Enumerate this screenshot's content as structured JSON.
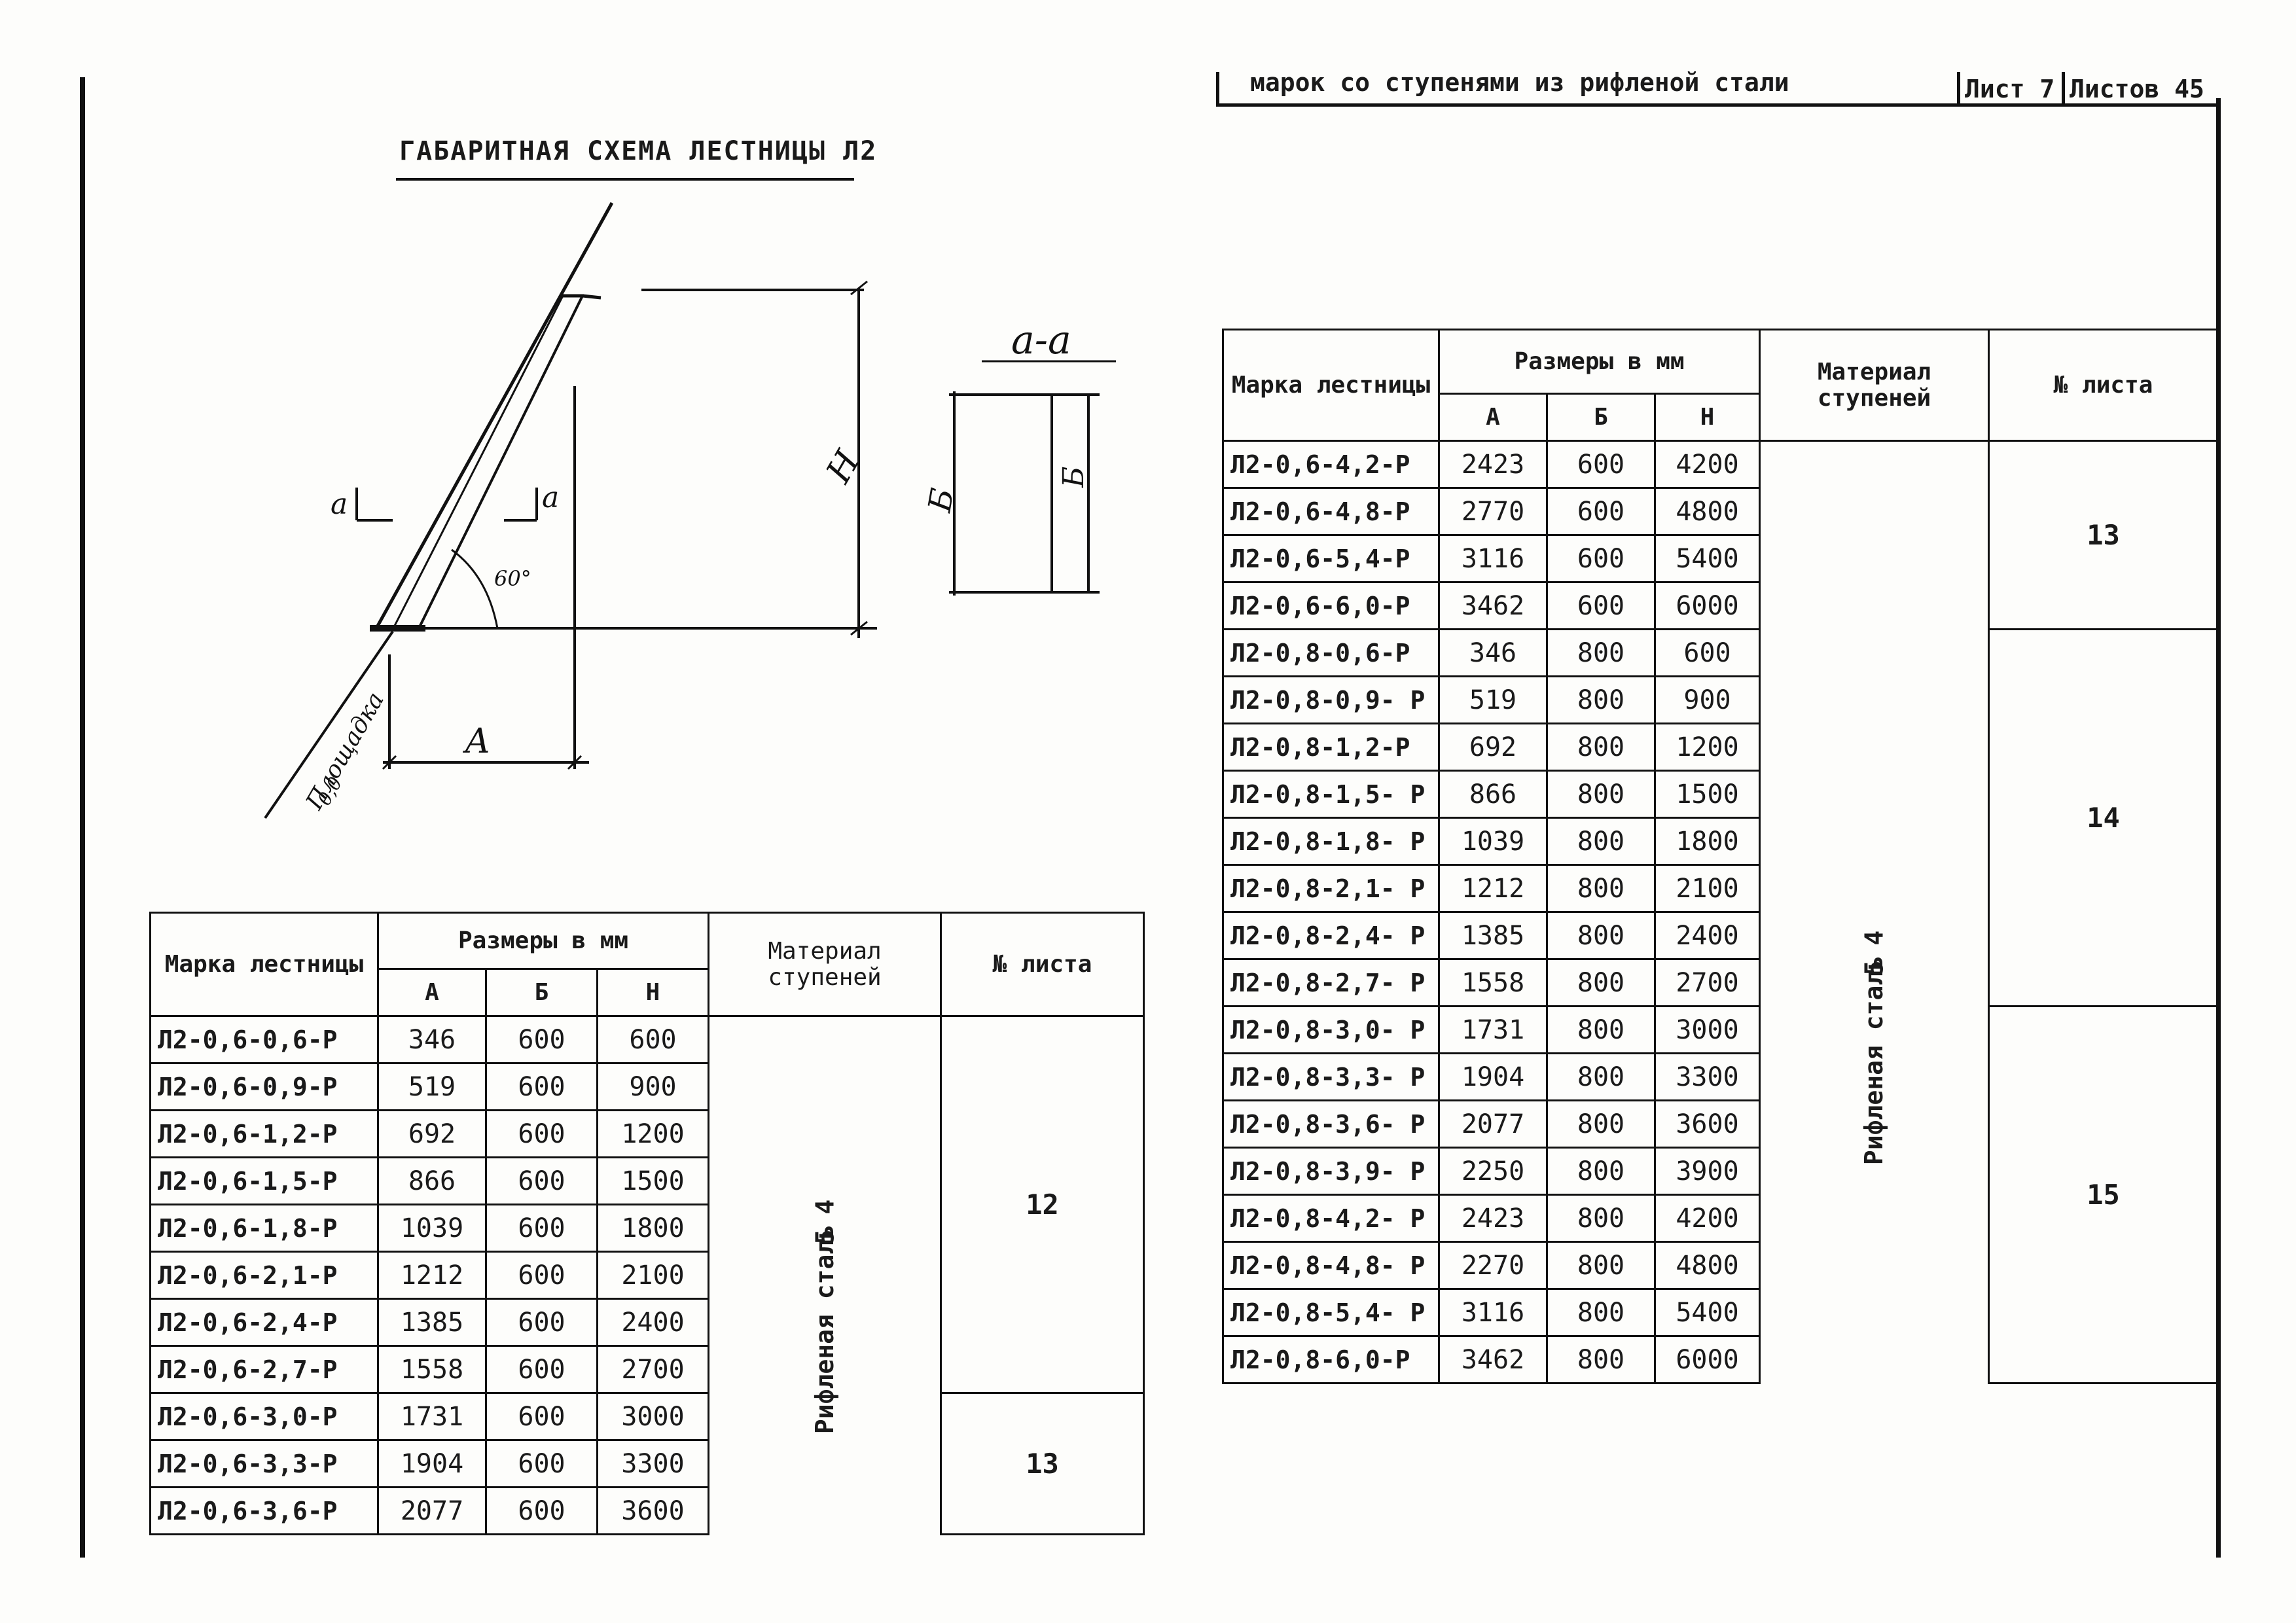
{
  "header": {
    "text": "марок со ступенями из рифленой стали",
    "sheet_label": "Лист 7",
    "sheets_label": "Листов 45"
  },
  "scheme": {
    "title": "ГАБАРИТНАЯ СХЕМА ЛЕСТНИЦЫ Л2",
    "section_label": "а-а",
    "label_a_left": "а",
    "label_a_right": "а",
    "label_A": "А",
    "label_B": "Б",
    "label_H": "Н",
    "label_B_section": "Б",
    "angle_label": "60°",
    "floor_label": "Площадка",
    "floor_sub": "0,0"
  },
  "left_table": {
    "headers": {
      "mark": "Марка лестницы",
      "dims": "Размеры в мм",
      "a": "А",
      "b": "Б",
      "h": "Н",
      "material": "Материал ступеней",
      "sheet": "№ листа"
    },
    "rows": [
      {
        "mark": "Л2-0,6-0,6-Р",
        "a": "346",
        "b": "600",
        "h": "600"
      },
      {
        "mark": "Л2-0,6-0,9-Р",
        "a": "519",
        "b": "600",
        "h": "900"
      },
      {
        "mark": "Л2-0,6-1,2-Р",
        "a": "692",
        "b": "600",
        "h": "1200"
      },
      {
        "mark": "Л2-0,6-1,5-Р",
        "a": "866",
        "b": "600",
        "h": "1500"
      },
      {
        "mark": "Л2-0,6-1,8-Р",
        "a": "1039",
        "b": "600",
        "h": "1800"
      },
      {
        "mark": "Л2-0,6-2,1-Р",
        "a": "1212",
        "b": "600",
        "h": "2100"
      },
      {
        "mark": "Л2-0,6-2,4-Р",
        "a": "1385",
        "b": "600",
        "h": "2400"
      },
      {
        "mark": "Л2-0,6-2,7-Р",
        "a": "1558",
        "b": "600",
        "h": "2700"
      },
      {
        "mark": "Л2-0,6-3,0-Р",
        "a": "1731",
        "b": "600",
        "h": "3000"
      },
      {
        "mark": "Л2-0,6-3,3-Р",
        "a": "1904",
        "b": "600",
        "h": "3300"
      },
      {
        "mark": "Л2-0,6-3,6-Р",
        "a": "2077",
        "b": "600",
        "h": "3600"
      }
    ],
    "material": "Рифленая сталь",
    "material_size": "5 4",
    "sheet_a": "12",
    "sheet_b": "13"
  },
  "right_table": {
    "headers": {
      "mark": "Марка лестницы",
      "dims": "Размеры в мм",
      "a": "А",
      "b": "Б",
      "h": "Н",
      "material": "Материал ступеней",
      "sheet": "№ листа"
    },
    "rows": [
      {
        "mark": "Л2-0,6-4,2-Р",
        "a": "2423",
        "b": "600",
        "h": "4200"
      },
      {
        "mark": "Л2-0,6-4,8-Р",
        "a": "2770",
        "b": "600",
        "h": "4800"
      },
      {
        "mark": "Л2-0,6-5,4-Р",
        "a": "3116",
        "b": "600",
        "h": "5400"
      },
      {
        "mark": "Л2-0,6-6,0-Р",
        "a": "3462",
        "b": "600",
        "h": "6000"
      },
      {
        "mark": "Л2-0,8-0,6-Р",
        "a": "346",
        "b": "800",
        "h": "600"
      },
      {
        "mark": "Л2-0,8-0,9- Р",
        "a": "519",
        "b": "800",
        "h": "900"
      },
      {
        "mark": "Л2-0,8-1,2-Р",
        "a": "692",
        "b": "800",
        "h": "1200"
      },
      {
        "mark": "Л2-0,8-1,5- Р",
        "a": "866",
        "b": "800",
        "h": "1500"
      },
      {
        "mark": "Л2-0,8-1,8- Р",
        "a": "1039",
        "b": "800",
        "h": "1800"
      },
      {
        "mark": "Л2-0,8-2,1- Р",
        "a": "1212",
        "b": "800",
        "h": "2100"
      },
      {
        "mark": "Л2-0,8-2,4- Р",
        "a": "1385",
        "b": "800",
        "h": "2400"
      },
      {
        "mark": "Л2-0,8-2,7- Р",
        "a": "1558",
        "b": "800",
        "h": "2700"
      },
      {
        "mark": "Л2-0,8-3,0- Р",
        "a": "1731",
        "b": "800",
        "h": "3000"
      },
      {
        "mark": "Л2-0,8-3,3- Р",
        "a": "1904",
        "b": "800",
        "h": "3300"
      },
      {
        "mark": "Л2-0,8-3,6- Р",
        "a": "2077",
        "b": "800",
        "h": "3600"
      },
      {
        "mark": "Л2-0,8-3,9- Р",
        "a": "2250",
        "b": "800",
        "h": "3900"
      },
      {
        "mark": "Л2-0,8-4,2- Р",
        "a": "2423",
        "b": "800",
        "h": "4200"
      },
      {
        "mark": "Л2-0,8-4,8- Р",
        "a": "2270",
        "b": "800",
        "h": "4800"
      },
      {
        "mark": "Л2-0,8-5,4- Р",
        "a": "3116",
        "b": "800",
        "h": "5400"
      },
      {
        "mark": "Л2-0,8-6,0-Р",
        "a": "3462",
        "b": "800",
        "h": "6000"
      }
    ],
    "material": "Рифленая сталь",
    "material_size": "5 4",
    "sheet_13": "13",
    "sheet_14": "14",
    "sheet_15": "15"
  }
}
